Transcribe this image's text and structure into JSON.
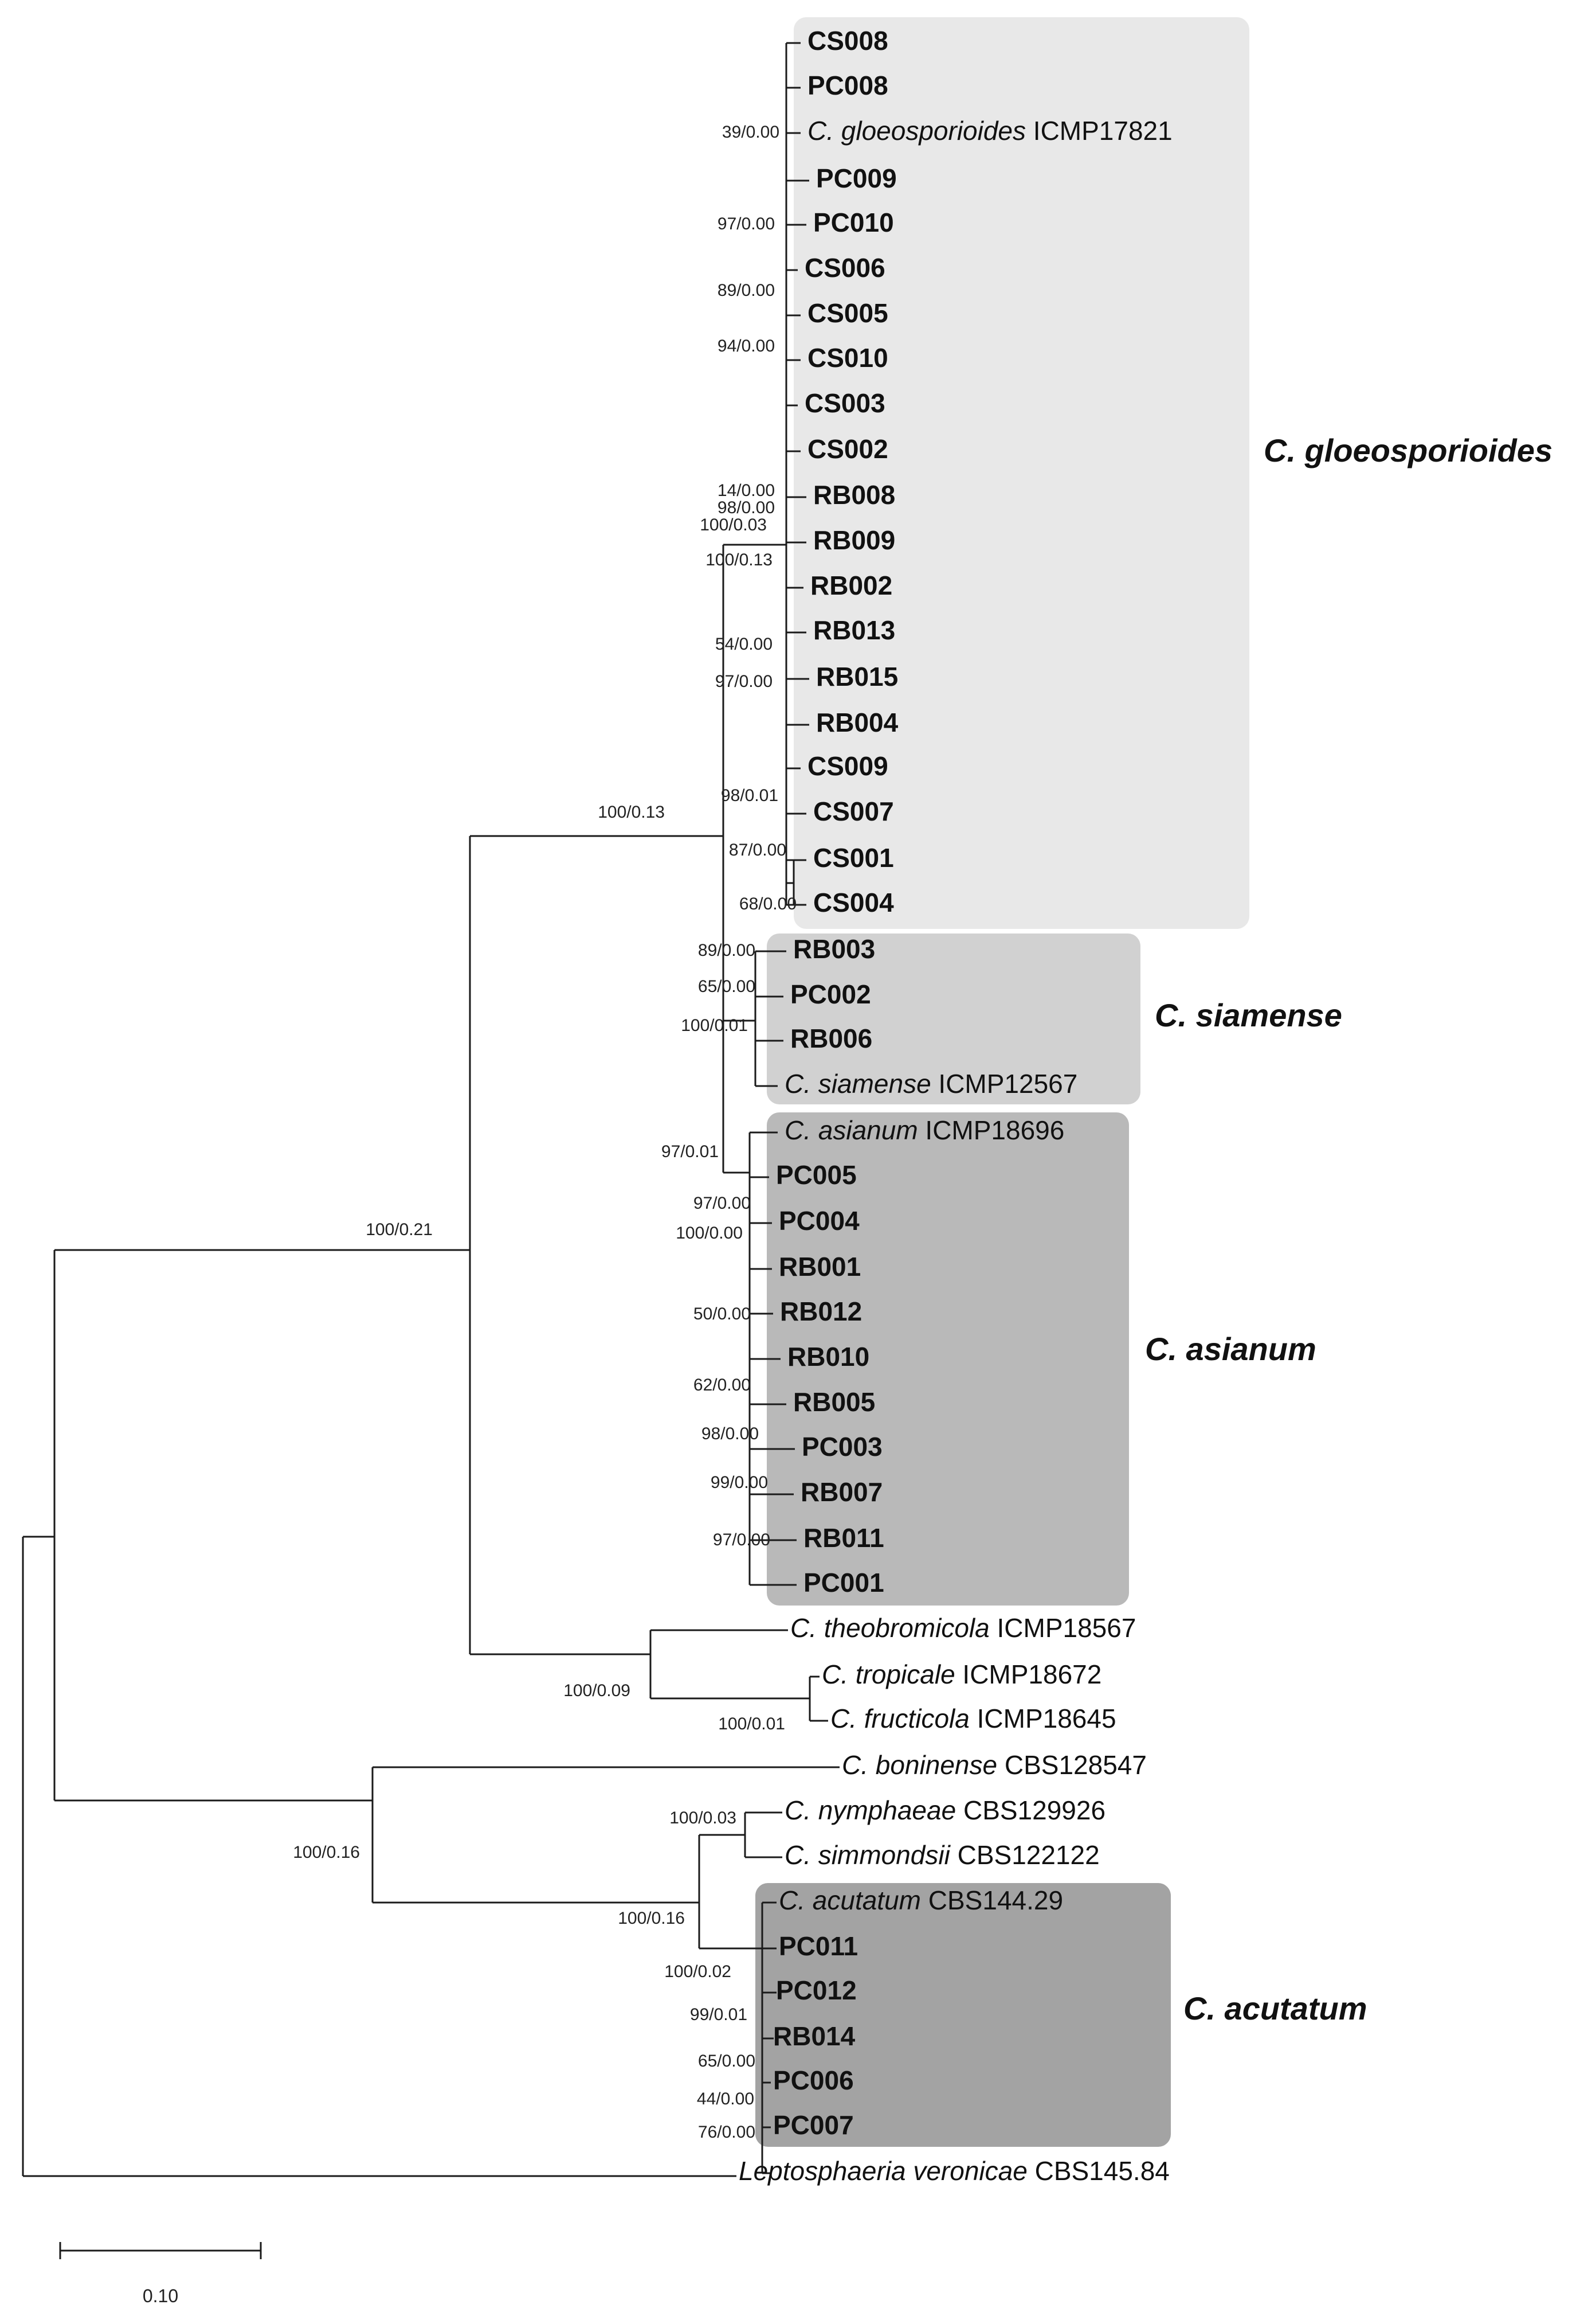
{
  "clades": [
    {
      "name": "C. gloeosporioides",
      "color": "#e8e8e8"
    },
    {
      "name": "C. siamense",
      "color": "#d1d1d1"
    },
    {
      "name": "C. asianum",
      "color": "#b9b9b9"
    },
    {
      "name": "C. acutatum",
      "color": "#a3a3a3"
    }
  ],
  "taxa": [
    {
      "id": "CS008",
      "label": "CS008",
      "style": "bold"
    },
    {
      "id": "PC008",
      "label": "PC008",
      "style": "bold"
    },
    {
      "id": "gloeo-ref",
      "species": "C. gloeosporioides",
      "strain": "ICMP17821",
      "style": "ref"
    },
    {
      "id": "PC009",
      "label": "PC009",
      "style": "bold"
    },
    {
      "id": "PC010",
      "label": "PC010",
      "style": "bold"
    },
    {
      "id": "CS006",
      "label": "CS006",
      "style": "bold"
    },
    {
      "id": "CS005",
      "label": "CS005",
      "style": "bold"
    },
    {
      "id": "CS010",
      "label": "CS010",
      "style": "bold"
    },
    {
      "id": "CS003",
      "label": "CS003",
      "style": "bold"
    },
    {
      "id": "CS002",
      "label": "CS002",
      "style": "bold"
    },
    {
      "id": "RB008",
      "label": "RB008",
      "style": "bold"
    },
    {
      "id": "RB009",
      "label": "RB009",
      "style": "bold"
    },
    {
      "id": "RB002",
      "label": "RB002",
      "style": "bold"
    },
    {
      "id": "RB013",
      "label": "RB013",
      "style": "bold"
    },
    {
      "id": "RB015",
      "label": "RB015",
      "style": "bold"
    },
    {
      "id": "RB004",
      "label": "RB004",
      "style": "bold"
    },
    {
      "id": "CS009",
      "label": "CS009",
      "style": "bold"
    },
    {
      "id": "CS007",
      "label": "CS007",
      "style": "bold"
    },
    {
      "id": "CS001",
      "label": "CS001",
      "style": "bold"
    },
    {
      "id": "CS004",
      "label": "CS004",
      "style": "bold"
    },
    {
      "id": "RB003",
      "label": "RB003",
      "style": "bold"
    },
    {
      "id": "PC002",
      "label": "PC002",
      "style": "bold"
    },
    {
      "id": "RB006",
      "label": "RB006",
      "style": "bold"
    },
    {
      "id": "siam-ref",
      "species": "C. siamense",
      "strain": "ICMP12567",
      "style": "ref"
    },
    {
      "id": "asian-ref",
      "species": "C. asianum",
      "strain": "ICMP18696",
      "style": "ref"
    },
    {
      "id": "PC005",
      "label": "PC005",
      "style": "bold"
    },
    {
      "id": "PC004",
      "label": "PC004",
      "style": "bold"
    },
    {
      "id": "RB001",
      "label": "RB001",
      "style": "bold"
    },
    {
      "id": "RB012",
      "label": "RB012",
      "style": "bold"
    },
    {
      "id": "RB010",
      "label": "RB010",
      "style": "bold"
    },
    {
      "id": "RB005",
      "label": "RB005",
      "style": "bold"
    },
    {
      "id": "PC003",
      "label": "PC003",
      "style": "bold"
    },
    {
      "id": "RB007",
      "label": "RB007",
      "style": "bold"
    },
    {
      "id": "RB011",
      "label": "RB011",
      "style": "bold"
    },
    {
      "id": "PC001",
      "label": "PC001",
      "style": "bold"
    },
    {
      "id": "theo-ref",
      "species": "C. theobromicola",
      "strain": "ICMP18567",
      "style": "ref"
    },
    {
      "id": "trop-ref",
      "species": "C. tropicale",
      "strain": "ICMP18672",
      "style": "ref"
    },
    {
      "id": "fruct-ref",
      "species": "C. fructicola",
      "strain": "ICMP18645",
      "style": "ref"
    },
    {
      "id": "bonin-ref",
      "species": "C. boninense",
      "strain": "CBS128547",
      "style": "ref"
    },
    {
      "id": "nymph-ref",
      "species": "C. nymphaeae",
      "strain": "CBS129926",
      "style": "ref"
    },
    {
      "id": "simm-ref",
      "species": "C. simmondsii",
      "strain": "CBS122122",
      "style": "ref"
    },
    {
      "id": "acut-ref",
      "species": "C. acutatum",
      "strain": "CBS144.29",
      "style": "ref"
    },
    {
      "id": "PC011",
      "label": "PC011",
      "style": "bold"
    },
    {
      "id": "PC012",
      "label": "PC012",
      "style": "bold"
    },
    {
      "id": "RB014",
      "label": "RB014",
      "style": "bold"
    },
    {
      "id": "PC006",
      "label": "PC006",
      "style": "bold"
    },
    {
      "id": "PC007",
      "label": "PC007",
      "style": "bold"
    },
    {
      "id": "lepto-ref",
      "species": "Leptosphaeria veronicae",
      "strain": "CBS145.84",
      "style": "ref"
    }
  ],
  "support_values": [
    "39/0.00",
    "97/0.00",
    "89/0.00",
    "94/0.00",
    "14/0.00",
    "98/0.00",
    "100/0.03",
    "100/0.13",
    "54/0.00",
    "97/0.00",
    "98/0.01",
    "100/0.13",
    "87/0.00",
    "68/0.00",
    "89/0.00",
    "65/0.00",
    "100/0.01",
    "97/0.01",
    "97/0.00",
    "100/0.00",
    "50/0.00",
    "62/0.00",
    "98/0.00",
    "99/0.00",
    "97/0.00",
    "100/0.21",
    "100/0.09",
    "100/0.01",
    "100/0.03",
    "100/0.16",
    "100/0.16",
    "100/0.02",
    "99/0.01",
    "65/0.00",
    "44/0.00",
    "76/0.00"
  ],
  "scale_bar": {
    "label": "0.10"
  }
}
